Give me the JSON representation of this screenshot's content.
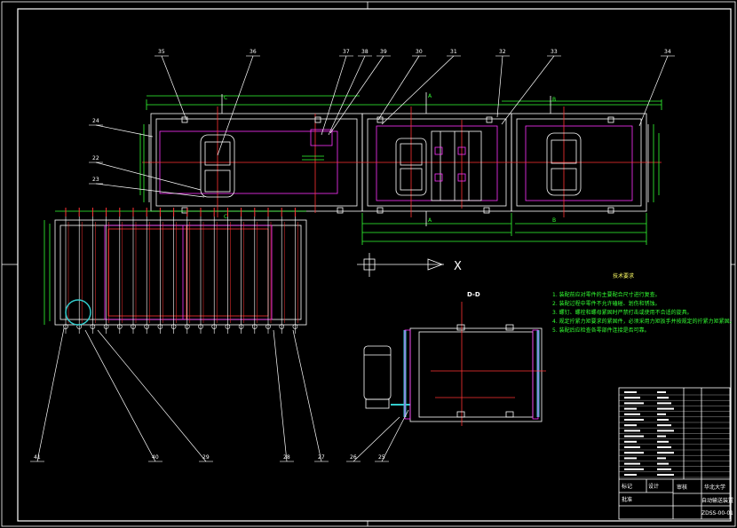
{
  "drawing": {
    "balloons": {
      "p35": "35",
      "p36": "36",
      "p37": "37",
      "p38": "38",
      "p39": "39",
      "p30": "30",
      "p31": "31",
      "p32": "32",
      "p33": "33",
      "p34": "34",
      "p24": "24",
      "p22": "22",
      "p23": "23",
      "p41": "41",
      "p40": "40",
      "p29": "29",
      "p28": "28",
      "p27b": "27",
      "p26": "26",
      "p25": "25"
    },
    "section_label": "D-D",
    "section_marks": {
      "a1": "A",
      "a2": "A",
      "b1": "B",
      "b2": "B",
      "c1": "C",
      "c2": "C"
    },
    "notes_title": "技术要求",
    "notes": [
      "1. 装配前应对零件的主要配合尺寸进行复查。",
      "2. 装配过程中零件不允许磕碰、划伤和锈蚀。",
      "3. 螺钉、螺栓和螺母紧固时严禁打击或使用不合适的旋具。",
      "4. 规定拧紧力矩要求的紧固件，必须采用力矩扳手并按规定的拧紧力矩紧固。",
      "5. 装配后应检查各零部件连接是否可靠。"
    ],
    "axis_label": "X"
  },
  "title_block": {
    "school": "华北大学",
    "title": "自动输送装置",
    "drawing_no": "ZDSS-00-01",
    "role_1": "设计",
    "role_2": "审核",
    "role_3": "批准",
    "role_4": "标记"
  },
  "colors": {
    "background": "#000000",
    "outline": "#ffffff",
    "dimension": "#33ff33",
    "centerline": "#ff3333",
    "hidden": "#ff33ff",
    "section": "#33cccc",
    "leader": "#ffffff"
  }
}
